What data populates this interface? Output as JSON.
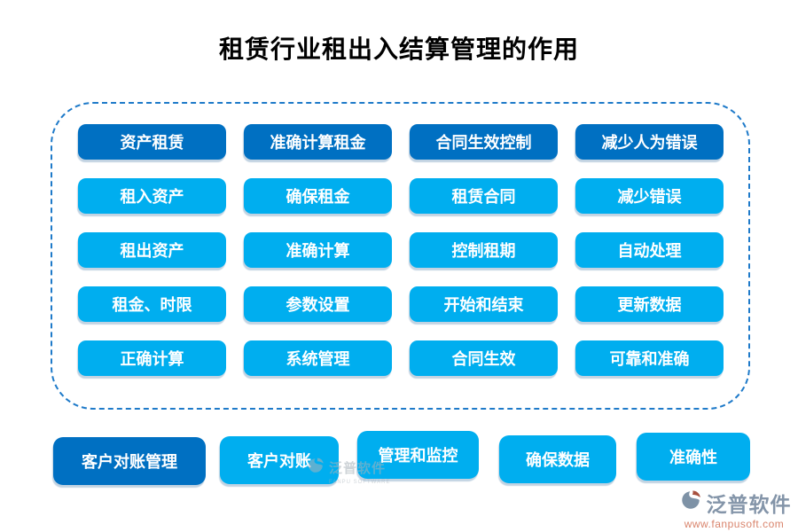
{
  "title": "租赁行业租出入结算管理的作用",
  "colors": {
    "title_text": "#000000",
    "dark_blue": "#0070C2",
    "light_blue": "#00AEEF",
    "panel_border": "#1E7AC9",
    "pill_text": "#FFFFFF",
    "brand_text": "#8495A9",
    "brand_url": "#D9846C",
    "watermark_gray": "#A9B2BA"
  },
  "grid": {
    "rows": [
      {
        "emphasis": true,
        "items": [
          "资产租赁",
          "准确计算租金",
          "合同生效控制",
          "减少人为错误"
        ]
      },
      {
        "emphasis": false,
        "items": [
          "租入资产",
          "确保租金",
          "租赁合同",
          "减少错误"
        ]
      },
      {
        "emphasis": false,
        "items": [
          "租出资产",
          "准确计算",
          "控制租期",
          "自动处理"
        ]
      },
      {
        "emphasis": false,
        "items": [
          "租金、时限",
          "参数设置",
          "开始和结束",
          "更新数据"
        ]
      },
      {
        "emphasis": false,
        "items": [
          "正确计算",
          "系统管理",
          "合同生效",
          "可靠和准确"
        ]
      }
    ]
  },
  "bottom_row": [
    {
      "label": "客户对账管理",
      "emphasis": true
    },
    {
      "label": "客户对账",
      "emphasis": false
    },
    {
      "label": "管理和监控",
      "emphasis": false
    },
    {
      "label": "确保数据",
      "emphasis": false
    },
    {
      "label": "准确性",
      "emphasis": false
    }
  ],
  "watermark": {
    "text": "泛普软件",
    "subtext": "FANPU SOFTWARE"
  },
  "brand": {
    "name": "泛普软件",
    "url": "www.fanpusoft.com"
  }
}
